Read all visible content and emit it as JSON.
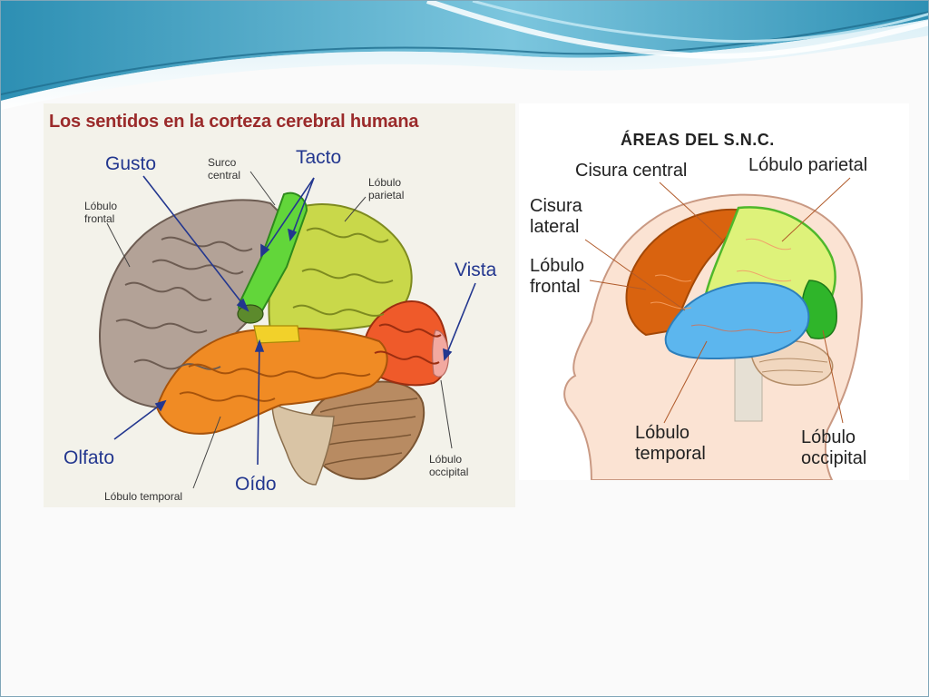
{
  "slide": {
    "colors": {
      "wave_dark": "#2d8fb3",
      "wave_light": "#a9dbea",
      "accent": "#1e7fa6"
    }
  },
  "left_figure": {
    "title": "Los sentidos en la corteza cerebral humana",
    "senses": {
      "gusto": "Gusto",
      "tacto": "Tacto",
      "vista": "Vista",
      "olfato": "Olfato",
      "oido": "Oído"
    },
    "parts": {
      "surco_central": [
        "Surco",
        "central"
      ],
      "lobulo_frontal": [
        "Lóbulo",
        "frontal"
      ],
      "lobulo_parietal": [
        "Lóbulo",
        "parietal"
      ],
      "lobulo_occipital": [
        "Lóbulo",
        "occipital"
      ],
      "lobulo_temporal": "Lóbulo temporal"
    },
    "colors": {
      "frontal": "#b3a297",
      "parietal": "#c9d84a",
      "sensory_strip": "#62d63a",
      "temporal": "#f08b24",
      "occipital": "#ef5a2a",
      "cerebellum": "#b88b62",
      "label_blue": "#23378f",
      "title_red": "#9b2b2b"
    }
  },
  "right_figure": {
    "title": "ÁREAS DEL S.N.C.",
    "labels": {
      "cisura_central": "Cisura central",
      "lobulo_parietal": "Lóbulo parietal",
      "cisura_lateral": [
        "Cisura",
        "lateral"
      ],
      "lobulo_frontal": [
        "Lóbulo",
        "frontal"
      ],
      "lobulo_temporal": [
        "Lóbulo",
        "temporal"
      ],
      "lobulo_occipital": [
        "Lóbulo",
        "occipital"
      ]
    },
    "colors": {
      "frontal": "#d9630f",
      "parietal": "#def27a",
      "temporal": "#5cb6ee",
      "occipital": "#2fb52a",
      "head": "#fbe3d3",
      "cerebellum": "#f1d7bf"
    }
  }
}
